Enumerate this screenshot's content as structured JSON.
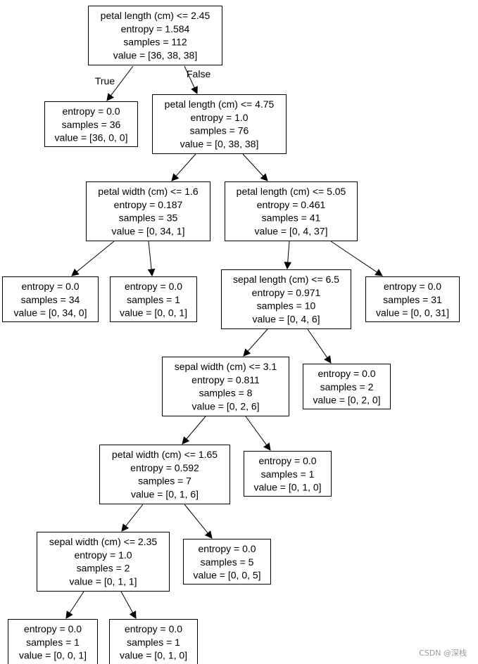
{
  "tree": {
    "nodes": [
      {
        "id": "n0",
        "lines": [
          "petal length (cm) <= 2.45",
          "entropy = 1.584",
          "samples = 112",
          "value = [36, 38, 38]"
        ]
      },
      {
        "id": "n1",
        "lines": [
          "entropy = 0.0",
          "samples = 36",
          "value = [36, 0, 0]"
        ]
      },
      {
        "id": "n2",
        "lines": [
          "petal length (cm) <= 4.75",
          "entropy = 1.0",
          "samples = 76",
          "value = [0, 38, 38]"
        ]
      },
      {
        "id": "n3",
        "lines": [
          "petal width (cm) <= 1.6",
          "entropy = 0.187",
          "samples = 35",
          "value = [0, 34, 1]"
        ]
      },
      {
        "id": "n4",
        "lines": [
          "petal length (cm) <= 5.05",
          "entropy = 0.461",
          "samples = 41",
          "value = [0, 4, 37]"
        ]
      },
      {
        "id": "n5",
        "lines": [
          "entropy = 0.0",
          "samples = 34",
          "value = [0, 34, 0]"
        ]
      },
      {
        "id": "n6",
        "lines": [
          "entropy = 0.0",
          "samples = 1",
          "value = [0, 0, 1]"
        ]
      },
      {
        "id": "n7",
        "lines": [
          "sepal length (cm) <= 6.5",
          "entropy = 0.971",
          "samples = 10",
          "value = [0, 4, 6]"
        ]
      },
      {
        "id": "n8",
        "lines": [
          "entropy = 0.0",
          "samples = 31",
          "value = [0, 0, 31]"
        ]
      },
      {
        "id": "n9",
        "lines": [
          "sepal width (cm) <= 3.1",
          "entropy = 0.811",
          "samples = 8",
          "value = [0, 2, 6]"
        ]
      },
      {
        "id": "n10",
        "lines": [
          "entropy = 0.0",
          "samples = 2",
          "value = [0, 2, 0]"
        ]
      },
      {
        "id": "n11",
        "lines": [
          "petal width (cm) <= 1.65",
          "entropy = 0.592",
          "samples = 7",
          "value = [0, 1, 6]"
        ]
      },
      {
        "id": "n12",
        "lines": [
          "entropy = 0.0",
          "samples = 1",
          "value = [0, 1, 0]"
        ]
      },
      {
        "id": "n13",
        "lines": [
          "sepal width (cm) <= 2.35",
          "entropy = 1.0",
          "samples = 2",
          "value = [0, 1, 1]"
        ]
      },
      {
        "id": "n14",
        "lines": [
          "entropy = 0.0",
          "samples = 5",
          "value = [0, 0, 5]"
        ]
      },
      {
        "id": "n15",
        "lines": [
          "entropy = 0.0",
          "samples = 1",
          "value = [0, 0, 1]"
        ]
      },
      {
        "id": "n16",
        "lines": [
          "entropy = 0.0",
          "samples = 1",
          "value = [0, 1, 0]"
        ]
      }
    ],
    "edges": [
      {
        "from": "n0",
        "to": "n1",
        "label": "True"
      },
      {
        "from": "n0",
        "to": "n2",
        "label": "False"
      },
      {
        "from": "n2",
        "to": "n3",
        "label": ""
      },
      {
        "from": "n2",
        "to": "n4",
        "label": ""
      },
      {
        "from": "n3",
        "to": "n5",
        "label": ""
      },
      {
        "from": "n3",
        "to": "n6",
        "label": ""
      },
      {
        "from": "n4",
        "to": "n7",
        "label": ""
      },
      {
        "from": "n4",
        "to": "n8",
        "label": ""
      },
      {
        "from": "n7",
        "to": "n9",
        "label": ""
      },
      {
        "from": "n7",
        "to": "n10",
        "label": ""
      },
      {
        "from": "n9",
        "to": "n11",
        "label": ""
      },
      {
        "from": "n9",
        "to": "n12",
        "label": ""
      },
      {
        "from": "n11",
        "to": "n13",
        "label": ""
      },
      {
        "from": "n11",
        "to": "n14",
        "label": ""
      },
      {
        "from": "n13",
        "to": "n15",
        "label": ""
      },
      {
        "from": "n13",
        "to": "n16",
        "label": ""
      }
    ]
  },
  "watermark": "CSDN @深栈"
}
